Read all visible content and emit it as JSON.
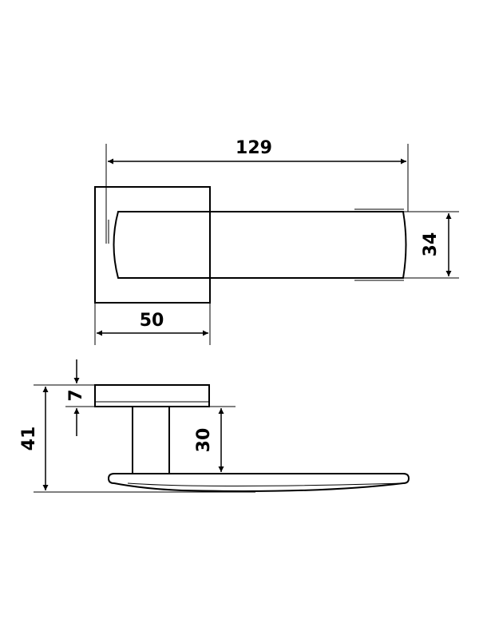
{
  "drawing": {
    "line_color": "#000000",
    "background": "#ffffff",
    "dimensions": {
      "overall_length": "129",
      "lever_height": "34",
      "rose_width": "50",
      "rose_thickness": "7",
      "total_projection": "41",
      "lever_offset": "30"
    }
  }
}
